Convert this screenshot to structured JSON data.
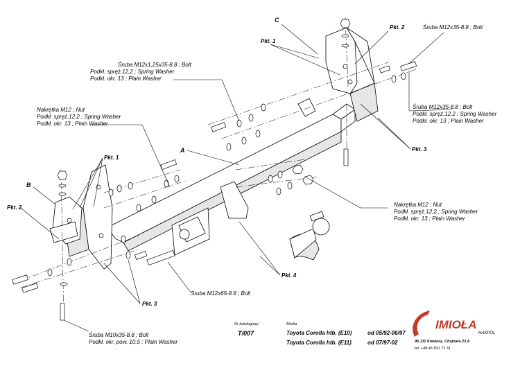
{
  "callouts": {
    "C": "C",
    "pkt2_top": "Pkt. 2",
    "bolt_top_right": "Śruba M12x35-8.8 ; Bolt",
    "pkt1_top": "Pkt. 1",
    "bolt_m12x125": [
      "Śruba M12x1,25x35-8.8 ; Bolt",
      "Podkł. spręż.12,2 ; Spring Washer",
      "Podkł. okr. 13 ; Plain Washer"
    ],
    "nut_left": [
      "Nakrętka  M12 ; Nut",
      "Podkł. spręż.12,2 ; Spring Washer",
      "Podkł. okr. 13 ; Plain Washer"
    ],
    "bolt_right": [
      "Śruba M12x35-8.8 ;  Bolt",
      "Podkł. spręż.12,2 ; Spring Washer",
      "Podkł. okr. 13 ; Plain Washer"
    ],
    "pkt3_right": "Pkt. 3",
    "A": "A",
    "pkt1_left": "Pkt. 1",
    "B": "B",
    "pkt2_left": "Pkt. 2",
    "nut_right": [
      "Nakrętka  M12 ; Nut",
      "Podkł. spręż.12,2 ; Spring Washer",
      "Podkł. okr. 13 ; Plain Washer"
    ],
    "pkt4": "Pkt. 4",
    "pkt3_bottom": "Pkt. 3",
    "bolt_m12x65": "Śruba M12x65-8.8 ;  Bolt",
    "bolt_m10": [
      "Śruba M10x35-8.8 ;  Bolt",
      "Podkł. okr. pow. 10,5 ; Plain Washer"
    ]
  },
  "titleblock": {
    "catalog_caption": "Nr katalogowy",
    "catalog_no": "T/007",
    "make_caption": "Marka",
    "models": [
      "Toyota Corolla htb. (E10)",
      "Toyota Corolla htb. (E11)"
    ],
    "dates": [
      "od  05/92-06/97",
      "od 07/97-02"
    ],
    "brand": "IMIOŁA",
    "brand_sub": "HAKPOL",
    "address": "96-111 Kowiesy,  Chojnata 23 A",
    "phone": "tel. +48 46 831 71 31"
  },
  "colors": {
    "brand": "#c0392b",
    "line": "#000000",
    "shade": "#e6e6e6"
  }
}
